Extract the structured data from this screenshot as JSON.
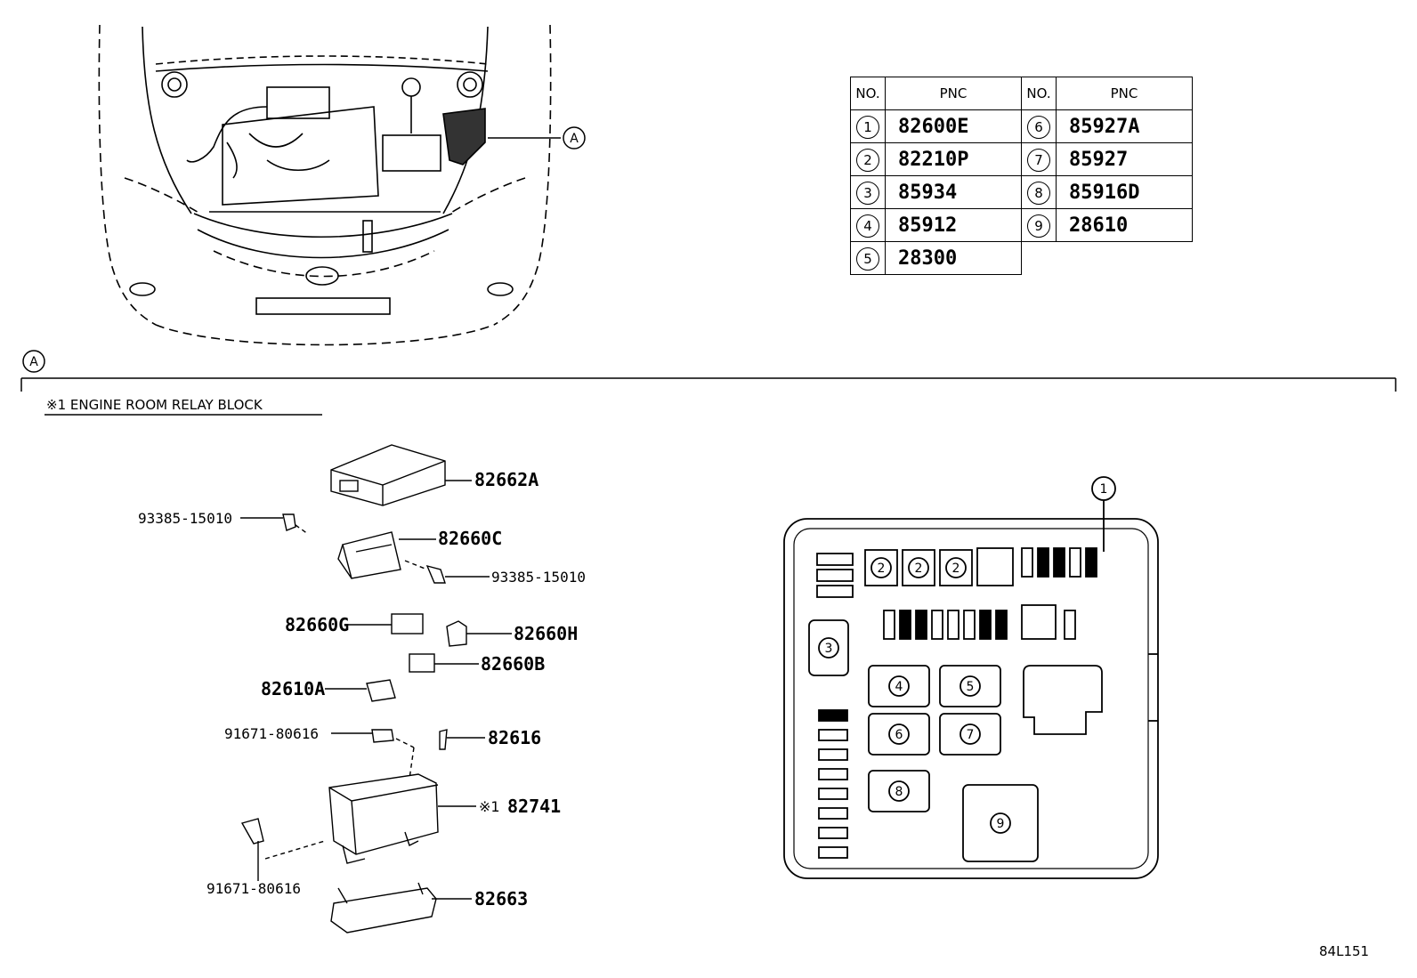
{
  "callout_a": "A",
  "section_a_label": "A",
  "section_title": "※1 ENGINE ROOM RELAY BLOCK",
  "table": {
    "headers": [
      "NO.",
      "PNC",
      "NO.",
      "PNC"
    ],
    "rows": [
      {
        "no": "1",
        "pnc": "82600E",
        "no2": "6",
        "pnc2": "85927A"
      },
      {
        "no": "2",
        "pnc": "82210P",
        "no2": "7",
        "pnc2": "85927"
      },
      {
        "no": "3",
        "pnc": "85934",
        "no2": "8",
        "pnc2": "85916D"
      },
      {
        "no": "4",
        "pnc": "85912",
        "no2": "9",
        "pnc2": "28610"
      },
      {
        "no": "5",
        "pnc": "28300",
        "no2": "",
        "pnc2": ""
      }
    ]
  },
  "parts": {
    "cover": "82662A",
    "bolt_top_left": "93385-15010",
    "bracket": "82660C",
    "bolt_top_right": "93385-15010",
    "conn_g": "82660G",
    "conn_h": "82660H",
    "conn_b": "82660B",
    "conn_a": "82610A",
    "screw_mid": "91671-80616",
    "clip": "82616",
    "block_mark": "※1",
    "block": "82741",
    "screw_bottom": "91671-80616",
    "lower_cover": "82663"
  },
  "layout_labels": {
    "c1": "1",
    "c2a": "2",
    "c2b": "2",
    "c2c": "2",
    "c3": "3",
    "c4": "4",
    "c5": "5",
    "c6": "6",
    "c7": "7",
    "c8": "8",
    "c9": "9"
  },
  "figure_code": "84L151"
}
